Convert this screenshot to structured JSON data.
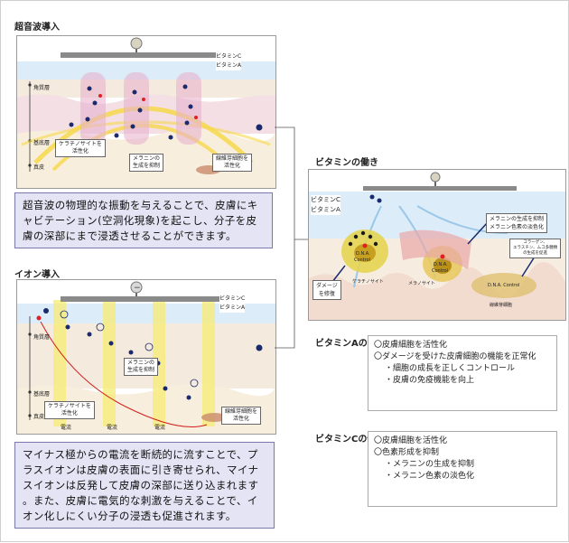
{
  "ultrasound": {
    "title": "超音波導入",
    "legend": {
      "vitc": "ビタミンC",
      "vita": "ビタミンA"
    },
    "layers": {
      "stratum_corneum": "角質層",
      "basal": "基底層",
      "dermis": "真皮"
    },
    "bubbles": {
      "keratinocyte": [
        "ケラチノサイトを",
        "活性化"
      ],
      "melanin": [
        "メラニンの",
        "生成を抑制"
      ],
      "fibroblast": [
        "線維芽細胞を",
        "活性化"
      ]
    },
    "description": [
      "超音波の物理的な振動を与えることで、皮膚にキ",
      "ャビテーション(空洞化現象)を起こし、分子を皮",
      "膚の深部にまで浸透させることができます。"
    ]
  },
  "ion": {
    "title": "イオン導入",
    "legend": {
      "vitc": "ビタミンC",
      "vita": "ビタミンA"
    },
    "layers": {
      "stratum_corneum": "角質層",
      "basal": "基底層",
      "dermis": "真皮"
    },
    "current_label": "電流",
    "bubbles": {
      "melanin": [
        "メラニンの",
        "生成を抑制"
      ],
      "keratinocyte": [
        "ケラチノサイトを",
        "活性化"
      ],
      "fibroblast": [
        "線維芽細胞を",
        "活性化"
      ]
    },
    "description": [
      "マイナス極からの電流を断続的に流すことで、プ",
      "ラスイオンは皮膚の表面に引き寄せられ、マイナ",
      "スイオンは反発して皮膚の深部に送り込まれます",
      "。また、皮膚に電気的な刺激を与えることで、イ",
      "オン化しにくい分子の浸透も促進されます。"
    ]
  },
  "vitamin_action": {
    "title": "ビタミンの働き",
    "legend": {
      "vitc": "ビタミンC",
      "vita": "ビタミンA"
    },
    "dna": "D.N.A.",
    "control": "Control",
    "callouts": {
      "melanin": [
        "メラニンの生成を抑制",
        "メラニン色素の淡色化"
      ],
      "collagen": [
        "コラーゲン、",
        "エラスチン、ムコ多糖類",
        "の生成を促進"
      ],
      "damage": [
        "ダメージ",
        "を修復"
      ],
      "keratinocyte": "ケラチノサイト",
      "melanocyte": "メラノサイト",
      "fibroblast": "線維芽細胞"
    }
  },
  "vitamin_a": {
    "title": "ビタミンAの働き",
    "items": [
      "〇皮膚細胞を活性化",
      "〇ダメージを受けた皮膚細胞の機能を正常化",
      "・細胞の成長を正しくコントロール",
      "・皮膚の免疫機能を向上"
    ]
  },
  "vitamin_c": {
    "title": "ビタミンCの働き",
    "items": [
      "〇皮膚細胞を活性化",
      "〇色素形成を抑制",
      "・メラニンの生成を抑制",
      "・メラニン色素の淡色化"
    ]
  },
  "colors": {
    "accent": "#1a2a6c",
    "vita": "#e02020",
    "dermis": "#f6e6d4",
    "current": "#f6ec7a"
  }
}
